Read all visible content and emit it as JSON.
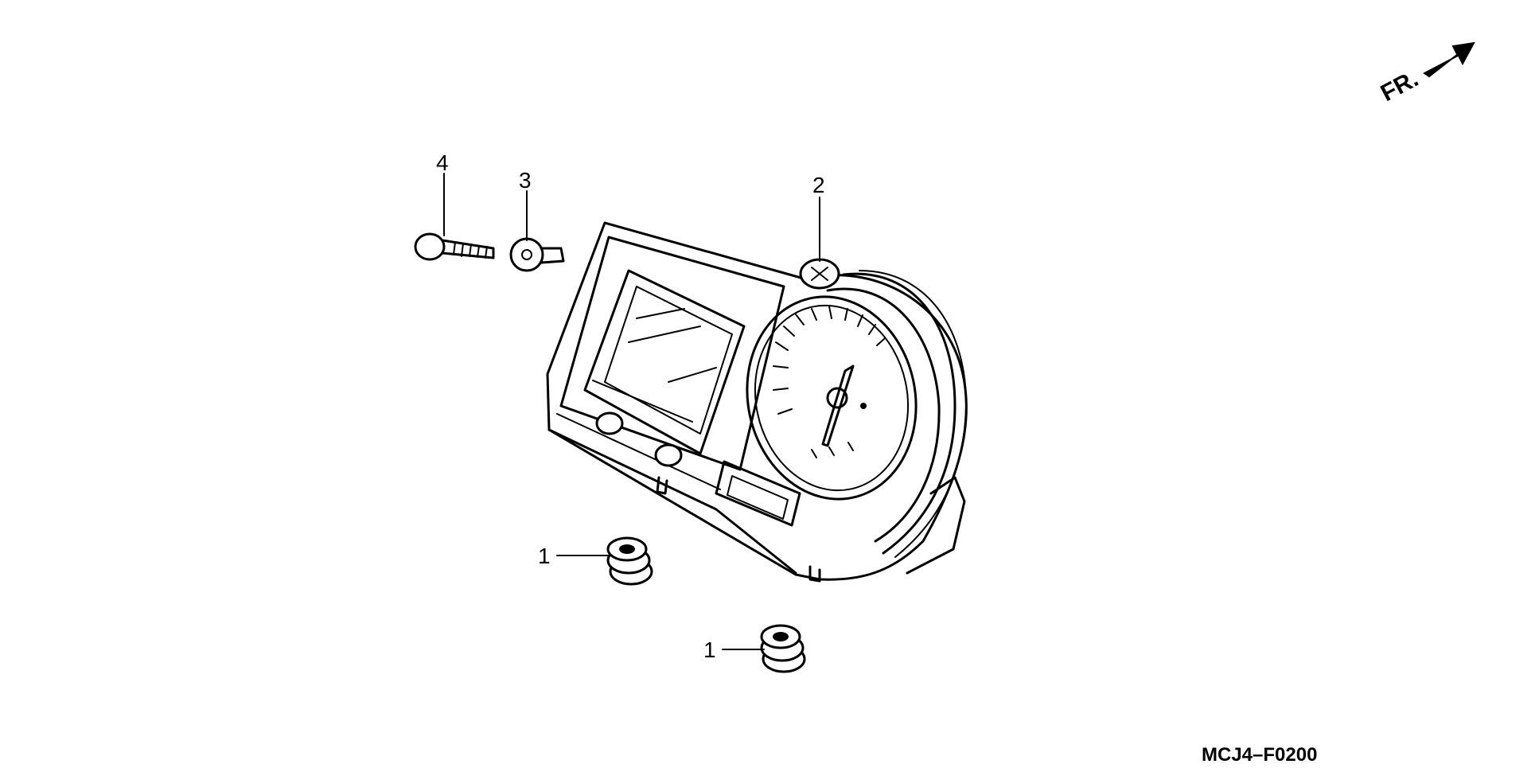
{
  "diagram": {
    "direction_label": "FR.",
    "figure_code": "MCJ4–F0200",
    "callouts": {
      "grommet_a": "1",
      "grommet_b": "1",
      "screw_part": "2",
      "collar": "3",
      "bolt": "4"
    }
  }
}
